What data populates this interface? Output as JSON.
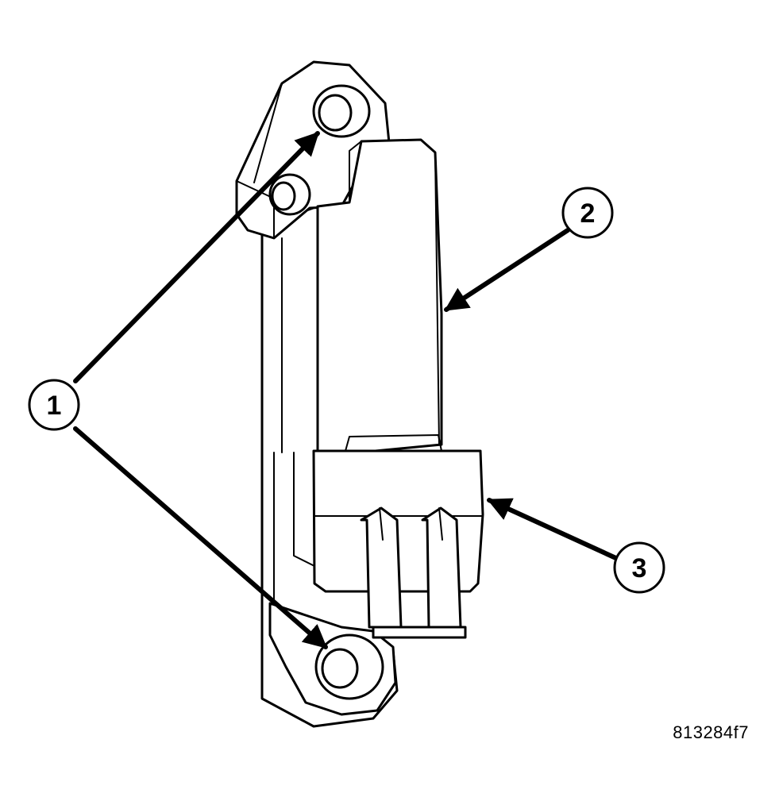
{
  "figure_id": "813284f7",
  "callouts": [
    {
      "number": "1",
      "icon": "callout-circle"
    },
    {
      "number": "2",
      "icon": "callout-circle"
    },
    {
      "number": "3",
      "icon": "callout-circle"
    }
  ],
  "colors": {
    "line": "#000000",
    "background": "#ffffff"
  }
}
